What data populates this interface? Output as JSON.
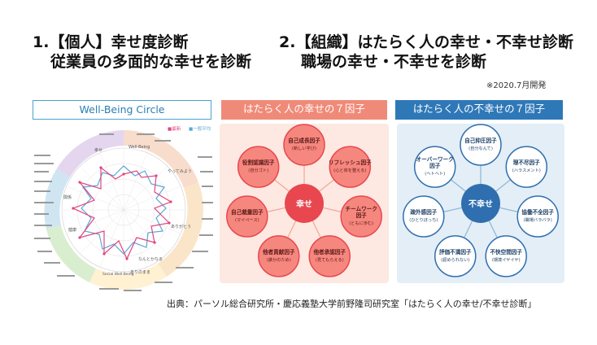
{
  "headings": {
    "h1_line1": "1.【個人】幸せ度診断",
    "h1_line2": "従業員の多面的な幸せを診断",
    "h2_line1": "2.【組織】はたらく人の幸せ・不幸せ診断",
    "h2_line2": "職場の幸せ・不幸せを診断",
    "note": "※2020.7月開発"
  },
  "panel1": {
    "banner": "Well-Being Circle",
    "legend_a": "■最新",
    "legend_b": "■一般平均",
    "tag_wellbeing": "Well-Being",
    "tag_shiawase": "幸せ",
    "tag_health": "健康",
    "tag_relations": "関係",
    "tag_social": "Social Well-Being",
    "tag_arigato": "ありがとう",
    "tag_nantokanaru": "なんとかなる",
    "tag_yattemiyo": "やってみよう",
    "tag_arinomama": "ありのまま"
  },
  "panel2": {
    "banner": "はたらく人の幸せの７因子",
    "center": "幸せ",
    "factors": [
      {
        "name": "自己成長因子",
        "sub": "(新しい学び)"
      },
      {
        "name": "リフレッシュ因子",
        "sub": "(心と体を整える)"
      },
      {
        "name": "チームワーク",
        "name2": "因子",
        "sub": "(ともに歩む)"
      },
      {
        "name": "他者承認因子",
        "sub": "(見てもらえる)"
      },
      {
        "name": "他者貢献因子",
        "sub": "(誰かのため)"
      },
      {
        "name": "自己裁量因子",
        "sub": "(マイペース)"
      },
      {
        "name": "役割認識因子",
        "sub": "(自分ゴト)"
      }
    ]
  },
  "panel3": {
    "banner": "はたらく人の不幸せの７因子",
    "center": "不幸せ",
    "factors": [
      {
        "name": "自己抑圧因子",
        "sub": "(自分なんて)"
      },
      {
        "name": "理不尽因子",
        "sub": "(ハラスメント)"
      },
      {
        "name": "協働不全因子",
        "sub": "(職場バラバラ)"
      },
      {
        "name": "不快空間因子",
        "sub": "(環境イヤイヤ)"
      },
      {
        "name": "評価不満因子",
        "sub": "(認められない)"
      },
      {
        "name": "疎外感因子",
        "sub": "(ひとりぼっち)"
      },
      {
        "name": "オーバーワーク",
        "name2": "因子",
        "sub": "(ヘトヘト)"
      }
    ]
  },
  "colors": {
    "happy_node": "#e8474f",
    "unhappy_node": "#2f6fb0",
    "happy_banner": "#f08a78",
    "unhappy_banner": "#2f78b8"
  },
  "source": "出典：パーソル総合研究所・慶応義塾大学前野隆司研究室「はたらく人の幸せ/不幸せ診断」"
}
